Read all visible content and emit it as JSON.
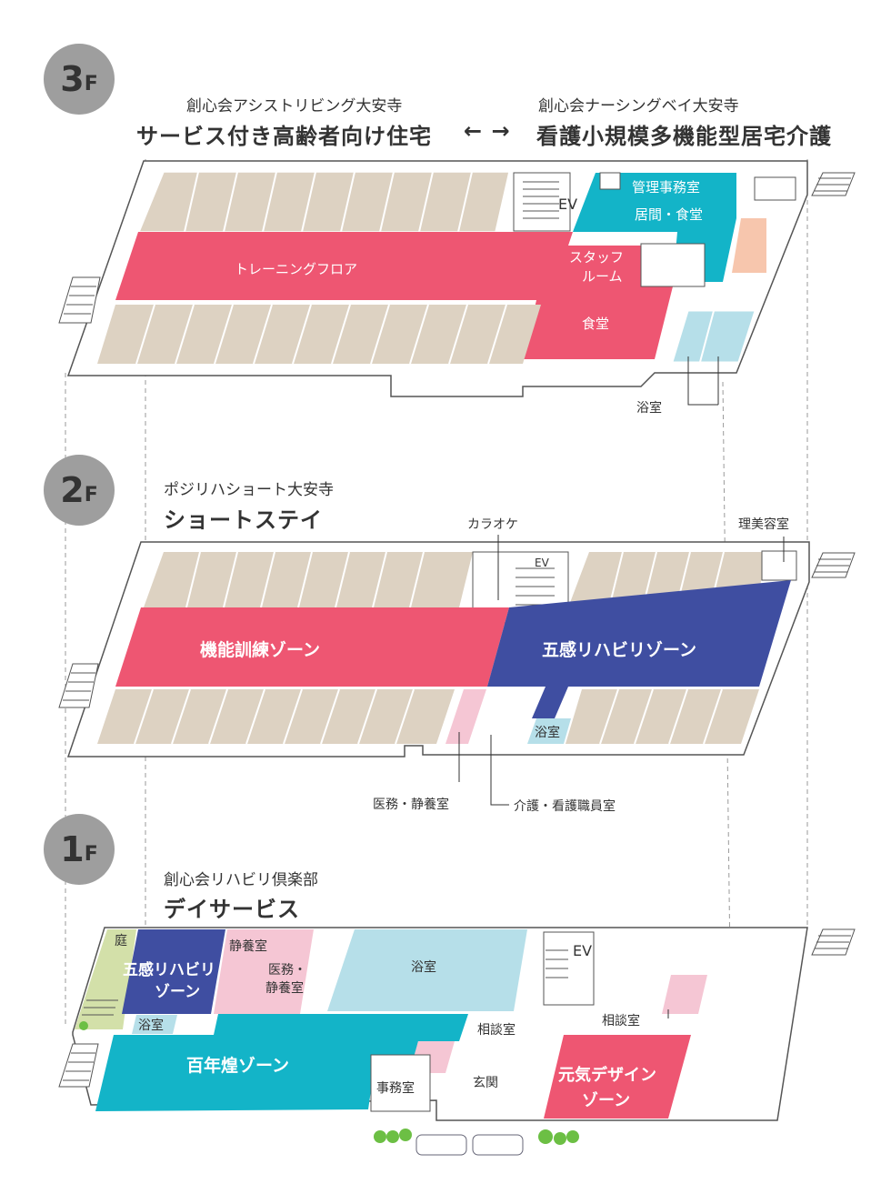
{
  "floors": [
    {
      "badge_num": "3",
      "badge_unit": "F"
    },
    {
      "badge_num": "2",
      "badge_unit": "F"
    },
    {
      "badge_num": "1",
      "badge_unit": "F"
    }
  ],
  "floor3": {
    "left_sub": "創心会アシストリビング大安寺",
    "left_title": "サービス付き高齢者向け住宅",
    "arrow": "←  →",
    "right_sub": "創心会ナーシングベイ大安寺",
    "right_title": "看護小規模多機能型居宅介護",
    "rooms": {
      "ev": "EV",
      "office": "管理事務室",
      "living": "居間・食堂",
      "training": "トレーニングフロア",
      "staff": "スタッフ",
      "staff2": "ルーム",
      "dining": "食堂",
      "bath": "浴室"
    }
  },
  "floor2": {
    "sub": "ポジリハショート大安寺",
    "title": "ショートステイ",
    "rooms": {
      "karaoke": "カラオケ",
      "ev": "EV",
      "barber": "理美容室",
      "zone_left": "機能訓練ゾーン",
      "zone_right": "五感リハビリゾーン",
      "bath": "浴室",
      "medical": "医務・静養室",
      "care": "介護・看護職員室"
    }
  },
  "floor1": {
    "sub": "創心会リハビリ倶楽部",
    "title": "デイサービス",
    "rooms": {
      "garden": "庭",
      "senses1": "五感リハビリ",
      "senses2": "ゾーン",
      "rest": "静養室",
      "med1": "医務・",
      "med2": "静養室",
      "bath": "浴室",
      "ev": "EV",
      "bath_small": "浴室",
      "hyakunen": "百年煌ゾーン",
      "consult": "相談室",
      "consult2": "相談室",
      "office": "事務室",
      "entrance": "玄関",
      "genki1": "元気デザイン",
      "genki2": "ゾーン"
    }
  },
  "colors": {
    "tan": "#ddd2c2",
    "red": "#ee5672",
    "teal": "#13b4c8",
    "navy": "#3f4ea1",
    "lightblue": "#b6dfe9",
    "pink": "#f5c6d4",
    "peach": "#f7c6ad",
    "green": "#d3e0a9",
    "badge": "#9e9e9e"
  }
}
